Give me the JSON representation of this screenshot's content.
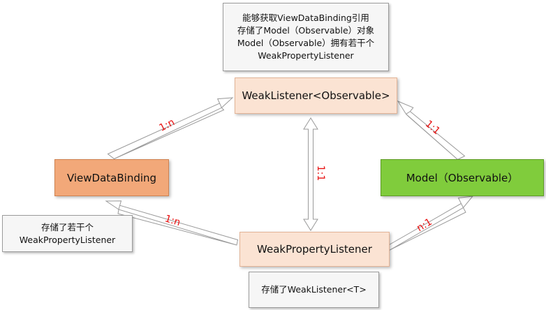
{
  "nodes": {
    "weak_listener": "WeakListener<Observable>",
    "view_data_binding": "ViewDataBinding",
    "model": "Model（Observable）",
    "weak_property_listener": "WeakPropertyListener"
  },
  "notes": {
    "top": [
      "能够获取ViewDataBinding引用",
      "存储了Model（Observable）对象",
      "Model（Observable）拥有若干个",
      "WeakPropertyListener"
    ],
    "left": [
      "存储了若干个",
      "WeakPropertyListener"
    ],
    "bottom": "存储了WeakListener<T>"
  },
  "edges": {
    "vdb_to_listener": "1:n",
    "model_to_listener": "1:1",
    "listener_wpl": "1:1",
    "wpl_to_vdb": "1:n",
    "wpl_to_model": "n:1"
  },
  "colors": {
    "light_node": "#fbe3d3",
    "vdb_node": "#f2a879",
    "model_node": "#80cc3c",
    "label": "#e81010"
  }
}
